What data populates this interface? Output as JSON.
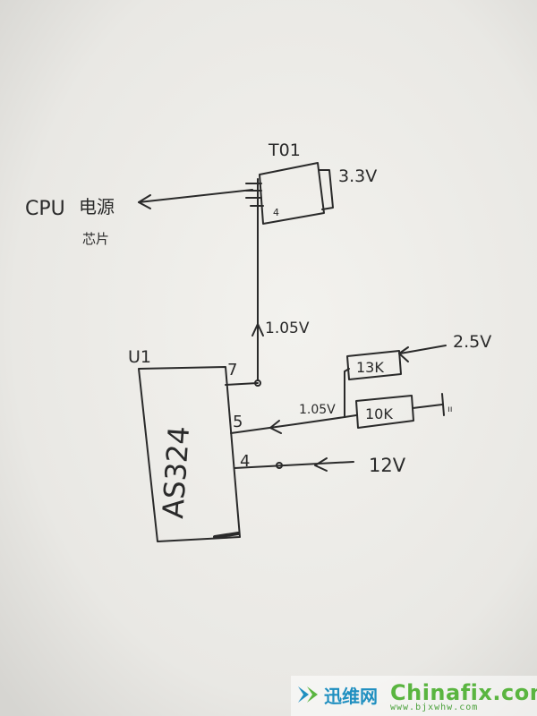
{
  "schematic": {
    "regulator": {
      "ref": "T01",
      "input": "3.3V",
      "pin": "4"
    },
    "cpu_label": "CPU",
    "cpu_label_cn_top": "电源",
    "cpu_label_cn_bottom": "芯片",
    "rail_voltage": "1.05V",
    "ic": {
      "ref": "U1",
      "part": "AS324",
      "pin7": "7",
      "pin5": "5",
      "pin4": "4"
    },
    "feedback_voltage": "1.05V",
    "resistor_top": "13K",
    "resistor_bottom": "10K",
    "ref_voltage": "2.5V",
    "supply_voltage": "12V",
    "ground_mark": "ıı"
  },
  "watermark": {
    "site_cn": "迅维网",
    "site_en": "Chinafix.com",
    "url": "www.bjxwhw.com",
    "accent_blue": "#1f8fc0",
    "accent_green": "#5ab540"
  },
  "colors": {
    "paper": "#f1f0ec",
    "ink": "#2a2a2a"
  }
}
